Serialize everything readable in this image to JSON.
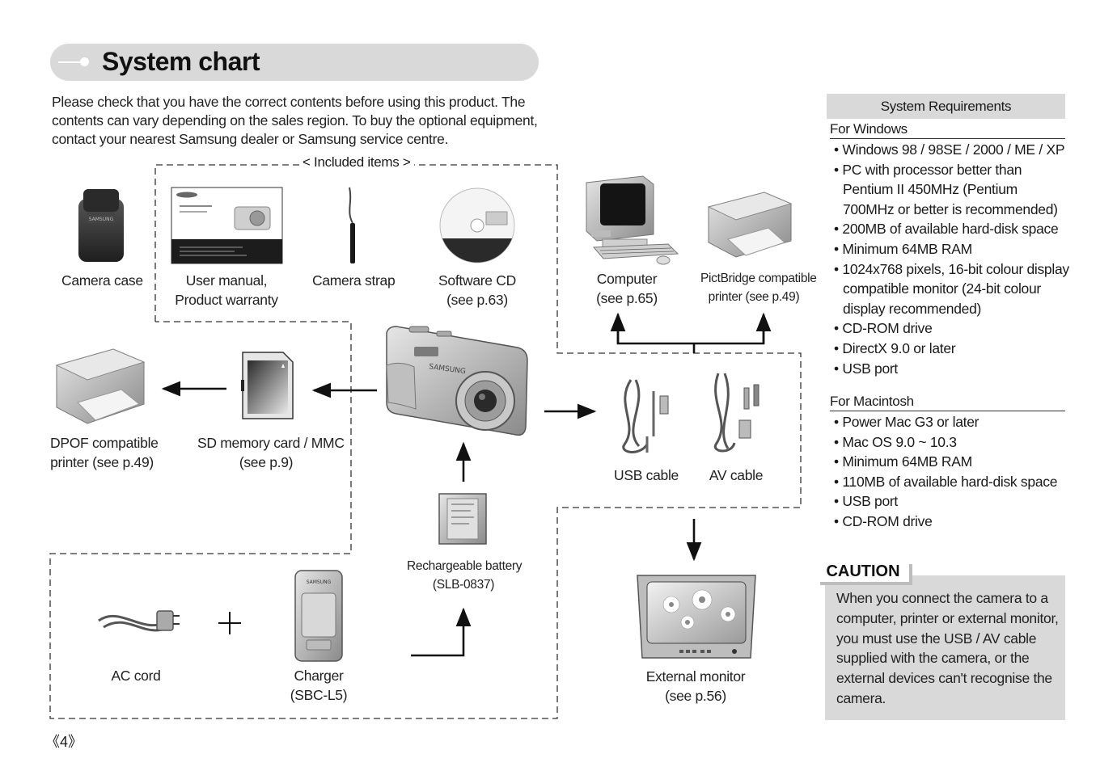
{
  "page": {
    "title": "System chart",
    "intro_lines": [
      "Please check that you have the correct contents before using this product. The",
      "contents can vary depending on the sales region. To buy the optional equipment,",
      "contact your nearest Samsung dealer or Samsung service centre."
    ],
    "page_number": "《4》"
  },
  "diagram": {
    "included_label": "< Included items >",
    "items": {
      "camera_case": [
        "Camera case"
      ],
      "manual": [
        "User manual,",
        "Product warranty"
      ],
      "strap": [
        "Camera strap"
      ],
      "software_cd": [
        "Software CD",
        "(see p.63)"
      ],
      "computer": [
        "Computer",
        "(see p.65)"
      ],
      "pictbridge": [
        "PictBridge compatible",
        "printer (see p.49)"
      ],
      "dpof": [
        "DPOF compatible",
        "printer (see p.49)"
      ],
      "sd_card": [
        "SD memory card / MMC",
        "(see p.9)"
      ],
      "usb_cable": [
        "USB cable"
      ],
      "av_cable": [
        "AV cable"
      ],
      "battery": [
        "Rechargeable battery",
        "(SLB-0837)"
      ],
      "ac_cord": [
        "AC cord"
      ],
      "charger": [
        "Charger",
        "(SBC-L5)"
      ],
      "monitor": [
        "External monitor",
        "(see p.56)"
      ]
    },
    "plus_sign": "+",
    "brand_text": "SAMSUNG"
  },
  "requirements": {
    "header": "System Requirements",
    "windows_title": "For Windows",
    "windows_items": [
      "• Windows 98 / 98SE / 2000 / ME / XP",
      "• PC with processor better than",
      "   Pentium II 450MHz (Pentium",
      "   700MHz or better is recommended)",
      "• 200MB of available hard-disk space",
      "• Minimum 64MB RAM",
      "• 1024x768 pixels, 16-bit colour display",
      "   compatible monitor (24-bit colour",
      "   display recommended)",
      "• CD-ROM drive",
      "• DirectX 9.0 or later",
      "• USB port"
    ],
    "mac_title": "For Macintosh",
    "mac_items": [
      "• Power Mac G3 or later",
      "•  Mac OS 9.0 ~ 10.3",
      "• Minimum 64MB RAM",
      "• 110MB of available hard-disk space",
      "• USB port",
      "• CD-ROM drive"
    ]
  },
  "caution": {
    "title": "CAUTION",
    "lines": [
      "When you connect the camera to a",
      "computer, printer or external monitor,",
      "you must use the USB / AV cable",
      "supplied with the camera, or the",
      "external devices can't recognise the",
      "camera."
    ]
  }
}
